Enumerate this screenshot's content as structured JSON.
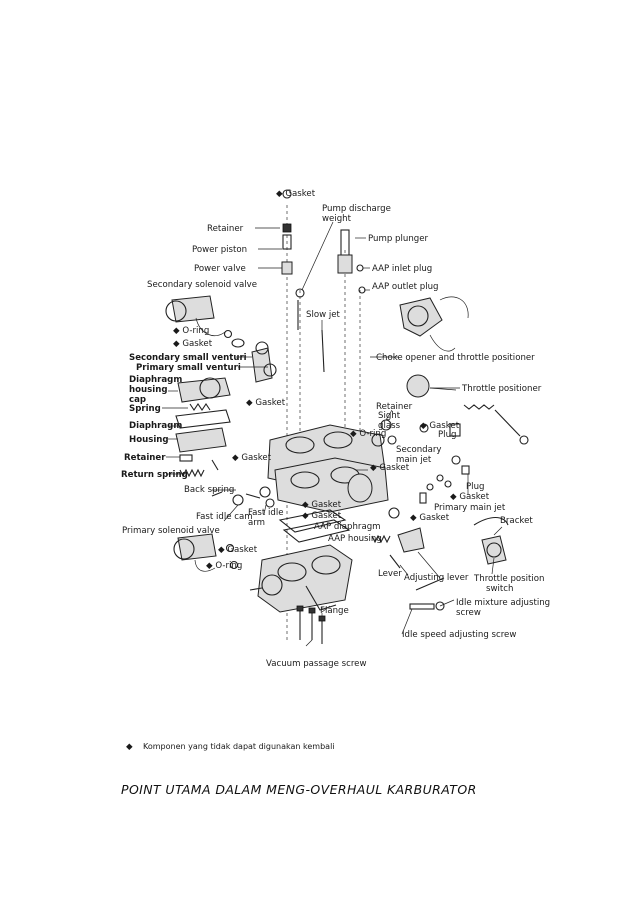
{
  "labels": {
    "gasket_top": "Gasket",
    "pump_discharge": [
      "Pump discharge",
      "weight"
    ],
    "retainer_top": "Retainer",
    "power_piston": "Power piston",
    "pump_plunger": "Pump plunger",
    "power_valve": "Power valve",
    "aap_inlet_plug": "AAP inlet plug",
    "secondary_solenoid": "Secondary solenoid valve",
    "aap_outlet_plug": "AAP outlet plug",
    "slow_jet": "Slow jet",
    "o_ring_left": "O-ring",
    "gasket_left": "Gasket",
    "choke_opener": "Choke opener and throttle positioner",
    "secondary_small_venturi": "Secondary small venturi",
    "primary_small_venturi": "Primary small venturi",
    "diaphragm_housing_cap": [
      "Diaphragm",
      "housing",
      "cap"
    ],
    "throttle_positioner": "Throttle positioner",
    "gasket_mid": "Gasket",
    "retainer_right": "Retainer",
    "sight_glass": [
      "Sight",
      "glass"
    ],
    "spring": "Spring",
    "diaphragm": "Diaphragm",
    "gasket_right": "Gasket",
    "plug_right": "Plug",
    "o_ring_right": "O-ring",
    "housing": "Housing",
    "secondary_main_jet": [
      "Secondary",
      "main jet"
    ],
    "retainer_left": "Retainer",
    "gasket_center": "Gasket",
    "gasket_right2": "Gasket",
    "return_spring": "Return spring",
    "plug_right2": "Plug",
    "back_spring": "Back spring",
    "gasket_right3": "Gasket",
    "primary_main_jet": "Primary main jet",
    "fast_idle_cam": "Fast idle cam",
    "fast_idle_arm": [
      "Fast idle",
      "arm"
    ],
    "gasket_a": "Gasket",
    "gasket_b": "Gasket",
    "gasket_c": "Gasket",
    "aap_diaphragm": "AAP diaphragm",
    "bracket": "Bracket",
    "primary_solenoid": "Primary solenoid valve",
    "aap_housing": "AAP housing",
    "gasket_low": "Gasket",
    "o_ring_low": "O-ring",
    "lever": "Lever",
    "adjusting_lever": "Adjusting lever",
    "throttle_position_switch": [
      "Throttle position",
      "switch"
    ],
    "idle_mixture_screw": [
      "Idle mixture adjusting",
      "screw"
    ],
    "flange": "Flange",
    "idle_speed_screw": "Idle speed adjusting screw",
    "vacuum_passage_screw": "Vacuum passage screw"
  },
  "legend": {
    "symbol": "◆",
    "text": "Komponen yang tidak dapat digunakan kembali"
  },
  "caption": "POINT UTAMA DALAM MENG-OVERHAUL KARBURATOR"
}
